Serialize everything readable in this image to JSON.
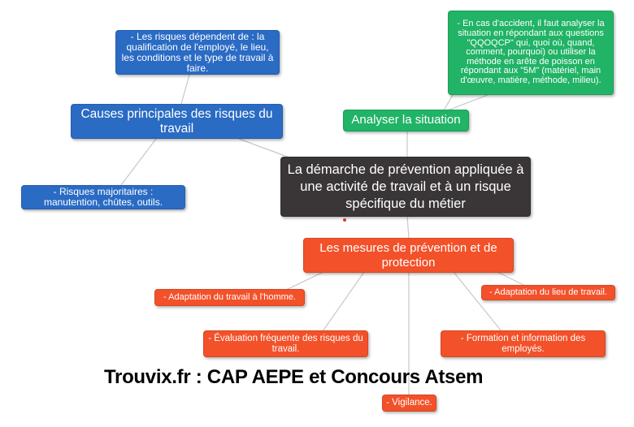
{
  "diagram_title": "La démarche de prévention appliquée à une activité de travail et à un risque spécifique du métier",
  "watermark": "Trouvix.fr : CAP AEPE et Concours Atsem",
  "nodes": {
    "center": "La démarche de prévention appliquée à une activité de travail et à un risque spécifique du métier",
    "causes": "Causes principales des risques du travail",
    "causes_detail": "- Les risques dépendent de : la qualification de l'employé, le lieu, les conditions et le type de travail à faire.",
    "risques_majoritaires": "- Risques majoritaires : manutention, chûtes, outils.",
    "analyser": "Analyser la situation",
    "analyser_detail": "- En cas d'accident, il faut analyser la situation en répondant aux questions \"QQOQCP\" qui, quoi où, quand, comment, pourquoi) ou utiliser la méthode en arête de poisson en répondant aux \"5M\" (matériel, main d'œuvre, matière, méthode, milieu).",
    "mesures": "Les mesures de prévention et de protection",
    "adaptation_travail": "- Adaptation du travail à l'homme.",
    "adaptation_lieu": "- Adaptation du lieu de travail.",
    "evaluation": "- Évaluation fréquente des risques du travail.",
    "formation": "- Formation et information des employés.",
    "vigilance": "- Vigilance."
  },
  "colors": {
    "blue": "#2a6bc4",
    "green": "#21b366",
    "orange": "#f3512a",
    "dark": "#3a3537",
    "connector": "#c8c8c8",
    "watermark_text": "#000000",
    "red_dot": "#d93a2b"
  }
}
